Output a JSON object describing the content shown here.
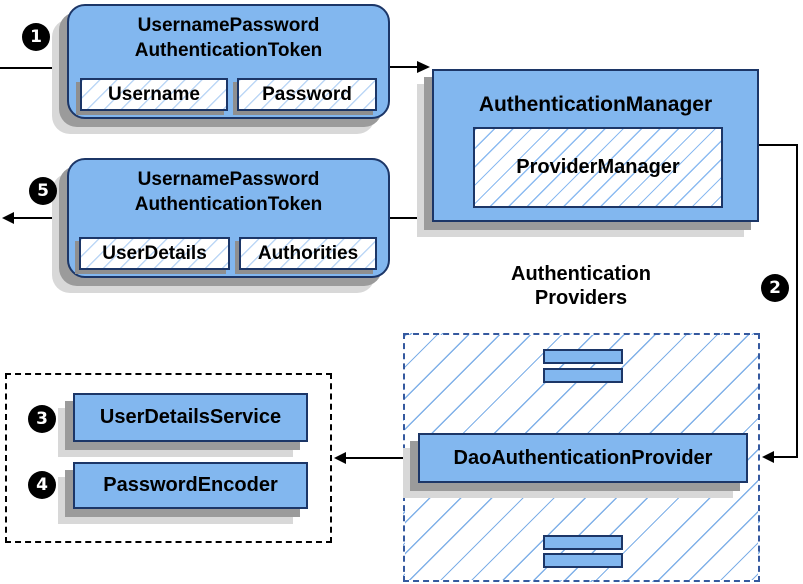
{
  "colors": {
    "box-fill": "#82B7EF",
    "box-border": "#1C3667",
    "hatch-strong": "#8CBBF1",
    "hatch-light": "#BCD7F6",
    "hatch-area": "#7FB0E8",
    "dash-blue": "#35599F",
    "shadow-dark": "#9B9B9B",
    "shadow-light": "#D8D8D8",
    "arrow": "#000000"
  },
  "badges": {
    "step1": "1",
    "step2": "2",
    "step3": "3",
    "step4": "4",
    "step5": "5"
  },
  "token_request": {
    "title_line1": "UsernamePassword",
    "title_line2": "AuthenticationToken",
    "fields": [
      "Username",
      "Password"
    ]
  },
  "auth_manager": {
    "title": "AuthenticationManager",
    "provider_manager": "ProviderManager"
  },
  "providers": {
    "heading_line1": "Authentication",
    "heading_line2": "Providers",
    "dao_provider": "DaoAuthenticationProvider"
  },
  "services": {
    "user_details_service": "UserDetailsService",
    "password_encoder": "PasswordEncoder"
  },
  "token_response": {
    "title_line1": "UsernamePassword",
    "title_line2": "AuthenticationToken",
    "fields": [
      "UserDetails",
      "Authorities"
    ]
  }
}
